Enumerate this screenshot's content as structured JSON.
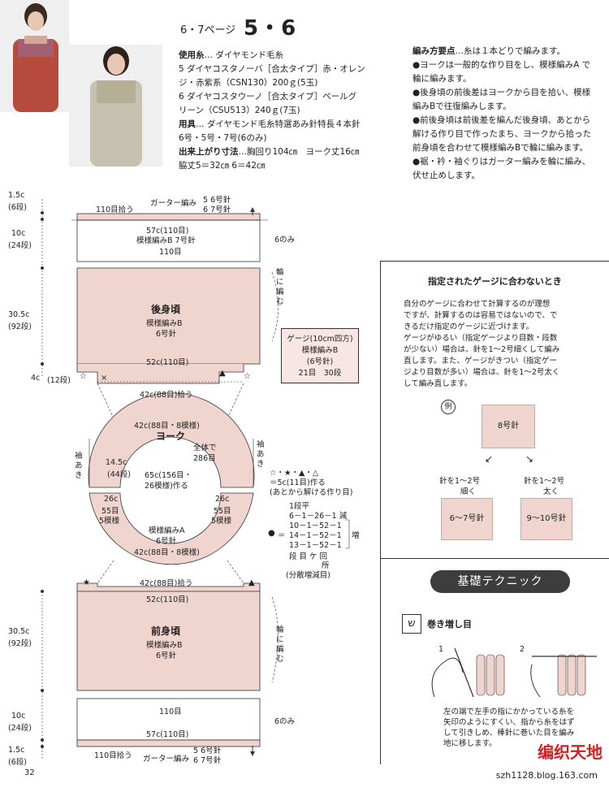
{
  "header": {
    "page_ref": "6・7ページ",
    "numbers": "5・6"
  },
  "materials": {
    "label": "使用糸",
    "label_suffix": "… ダイヤモンド毛糸",
    "line5a": "5 ダイヤコスタノーバ［合太タイプ］赤・オレン",
    "line5b": "ジ・赤紫系（CSN130）200ｇ(5玉)",
    "line6a": "6 ダイヤコスタウーノ［合太タイプ］ペールグ",
    "line6b": "リーン（CSU513）240ｇ(7玉)",
    "tools_label": "用具",
    "tools_text": "… ダイヤモンド毛糸特選あみ針特長４本針",
    "tools_sizes": "6号・5号・7号(6のみ)",
    "size_label": "出来上がり寸法",
    "size_text": "…胸回り104㎝　ヨーク丈16㎝",
    "size_text2": "脇丈5＝32㎝ 6＝42㎝"
  },
  "points": {
    "label": "編み方要点",
    "label_suffix": "…糸は１本どりで編みます。",
    "p1a": "●ヨークは一般的な作り目をし、模様編みA で",
    "p1b": "輪に編みます。",
    "p2a": "●後身頃の前後差はヨークから目を拾い、模様",
    "p2b": "編みBで往復編みします。",
    "p3a": "●前後身頃は前後差を編んだ後身頃、あとから",
    "p3b": "解ける作り目で作ったまち、ヨークから拾った",
    "p3c": "前身頃を合わせて模様編みBで輪に編みます。",
    "p4a": "●裾・衿・袖ぐりはガーター編みを輪に編み、",
    "p4b": "伏せ止めします。"
  },
  "back": {
    "pickup_top": "110目拾う",
    "garter_label": "ガーター編み",
    "needle_top1": "5 6号針",
    "needle_top2": "6 7号針",
    "width_top": "57c(110目)",
    "pattern_top": "模様編みB 7号針",
    "count_top": "110目",
    "only6": "6のみ",
    "ring": "輪に編む",
    "title": "後身頃",
    "pattern": "模様編みB",
    "needle": "6号針",
    "width_bottom": "52c(110目)",
    "dim_1_5": "1.5c",
    "dim_1_5_rows": "(6段)",
    "dim_10": "10c",
    "dim_10_rows": "(24段)",
    "dim_30_5": "30.5c",
    "dim_30_5_rows": "(92段)",
    "dim_4": "4c",
    "dim_4_rows": "(12段)"
  },
  "gauge": {
    "title": "ゲージ(10cm四方)",
    "pattern": "模様編みB",
    "needle": "(6号針)",
    "values": "21目　30段"
  },
  "yoke": {
    "pickup_top": "42c(88目)拾う",
    "outer": "42c(88目・8模様)",
    "title": "ヨーク",
    "total_label": "全体で",
    "total_count": "286目",
    "sleeve_left": "袖あき",
    "sleeve_right": "袖あき",
    "left_dim": "14.5c",
    "left_rows": "(44段)",
    "center1": "65c(156目・",
    "center2": "26模様)作る",
    "left_26": "26c",
    "left_55": "55目",
    "left_5": "5模様",
    "right_26": "26c",
    "right_55": "55目",
    "right_5": "5模様",
    "pattern": "模様編みA",
    "needle": "6号針",
    "inner": "42c(88目・8模様)"
  },
  "notes": {
    "symbols": "☆・★・▲・△",
    "eq1": "＝5c(11目)作る",
    "eq2": "(あとから解ける作り目)",
    "r0": "1段平",
    "r1": "6－1－26－1 減",
    "r2": "10－1－52－1",
    "r3": "14－1－52－1",
    "r4": "13－1－52－1",
    "inc": "増",
    "legend_eq": "＝",
    "header": "段 目 ケ 回",
    "header2": "所",
    "footer": "(分散増減目)"
  },
  "front": {
    "pickup_top": "42c(88目)拾う",
    "width_top": "52c(110目)",
    "title": "前身頃",
    "pattern": "模様編みB",
    "needle": "6号針",
    "ring": "輪に編む",
    "count_bottom": "110目",
    "width_bottom": "57c(110目)",
    "only6": "6のみ",
    "pickup_bottom": "110目拾う",
    "garter_label": "ガーター編み",
    "needle_b1": "5 6号針",
    "needle_b2": "6 7号針",
    "dim_30_5": "30.5c",
    "dim_30_5_rows": "(92段)",
    "dim_10": "10c",
    "dim_10_rows": "(24段)",
    "dim_1_5": "1.5c",
    "dim_1_5_rows": "(6段)"
  },
  "gauge_box": {
    "title": "指定されたゲージに合わないとき",
    "t1": "自分のゲージに合わせて計算するのが理想",
    "t2": "ですが、計算するのは容易ではないので、で",
    "t3": "きるだけ指定のゲージに近づけます。",
    "t4": "ゲージがゆるい（指定ゲージより目数・段数",
    "t5": "が少ない）場合は、針を1～2号細くして編み",
    "t6": "直します。また、ゲージがきつい（指定ゲー",
    "t7": "ジより目数が多い）場合は、針を1～2号太く",
    "t8": "して編み直します。",
    "example": "例",
    "center_needle": "8号針",
    "left_caption1": "針を1～2号",
    "left_caption2": "細く",
    "right_caption1": "針を1～2号",
    "right_caption2": "太く",
    "left_result": "6～7号針",
    "right_result": "9～10号針"
  },
  "technique": {
    "pill": "基礎テクニック",
    "title": "巻き増し目",
    "step1": "1",
    "step2": "2",
    "d1": "左の端で左手の指にかかっている糸を",
    "d2": "矢印のようにすくい、指から糸をはず",
    "d3": "して引きしめ、棒針に巻いた目を編み",
    "d4": "地に移します。"
  },
  "footer": {
    "page": "32",
    "url": "szh1128.blog.163.com",
    "watermark": "编织天地"
  },
  "colors": {
    "pink": "#f0d5cf",
    "pink_border": "#c9a9a0",
    "line": "#333333",
    "red_mark": "#d02020"
  }
}
